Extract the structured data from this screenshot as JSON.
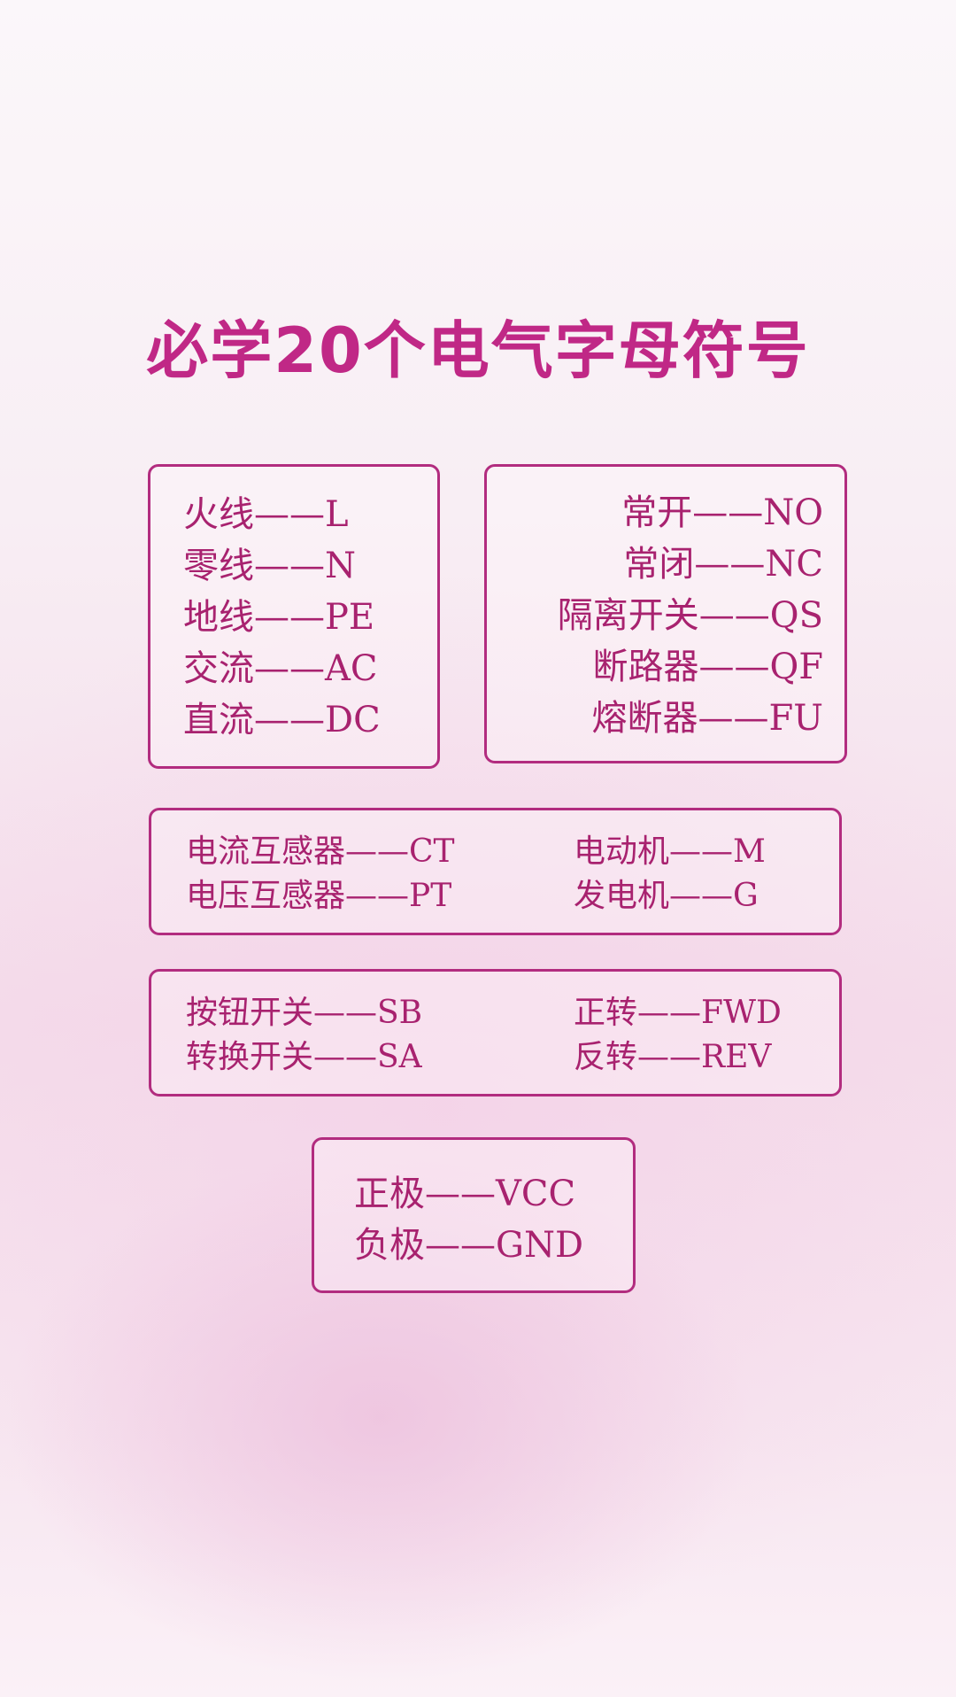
{
  "title": "必学20个电气字母符号",
  "box1": {
    "items": [
      {
        "name": "火线",
        "symbol": "L"
      },
      {
        "name": "零线",
        "symbol": "N"
      },
      {
        "name": "地线",
        "symbol": "PE"
      },
      {
        "name": "交流",
        "symbol": "AC"
      },
      {
        "name": "直流",
        "symbol": "DC"
      }
    ]
  },
  "box2": {
    "items": [
      {
        "name": "常开",
        "symbol": "NO"
      },
      {
        "name": "常闭",
        "symbol": "NC"
      },
      {
        "name": "隔离开关",
        "symbol": "QS"
      },
      {
        "name": "断路器",
        "symbol": "QF"
      },
      {
        "name": "熔断器",
        "symbol": "FU"
      }
    ]
  },
  "box3": {
    "left": [
      {
        "name": "电流互感器",
        "symbol": "CT"
      },
      {
        "name": "电压互感器",
        "symbol": "PT"
      }
    ],
    "right": [
      {
        "name": "电动机",
        "symbol": "M"
      },
      {
        "name": "发电机",
        "symbol": "G"
      }
    ]
  },
  "box4": {
    "left": [
      {
        "name": "按钮开关",
        "symbol": "SB"
      },
      {
        "name": "转换开关",
        "symbol": "SA"
      }
    ],
    "right": [
      {
        "name": "正转",
        "symbol": "FWD"
      },
      {
        "name": "反转",
        "symbol": "REV"
      }
    ]
  },
  "box5": {
    "items": [
      {
        "name": "正极",
        "symbol": "VCC"
      },
      {
        "name": "负极",
        "symbol": "GND"
      }
    ]
  },
  "separator": "——",
  "colors": {
    "accent": "#b22c7f",
    "title": "#c02886"
  }
}
